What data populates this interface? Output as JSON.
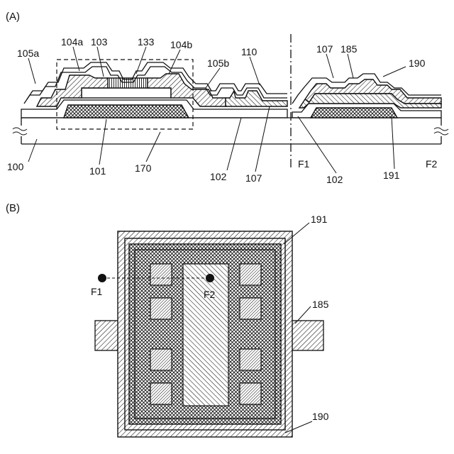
{
  "figure": {
    "panel_a": "(A)",
    "panel_b": "(B)",
    "labels_a": {
      "l105a": "105a",
      "l104a": "104a",
      "l103": "103",
      "l133": "133",
      "l104b": "104b",
      "l105b": "105b",
      "l110": "110",
      "l107_top": "107",
      "l185_top": "185",
      "l190_top": "190",
      "l100": "100",
      "l101": "101",
      "l170": "170",
      "l102_left": "102",
      "l107_bottom": "107",
      "lF1": "F1",
      "l102_right": "102",
      "l191_bottom": "191",
      "lF2": "F2"
    },
    "labels_b": {
      "l191": "191",
      "lF1": "F1",
      "lF2": "F2",
      "l185": "185",
      "l190": "190"
    }
  }
}
